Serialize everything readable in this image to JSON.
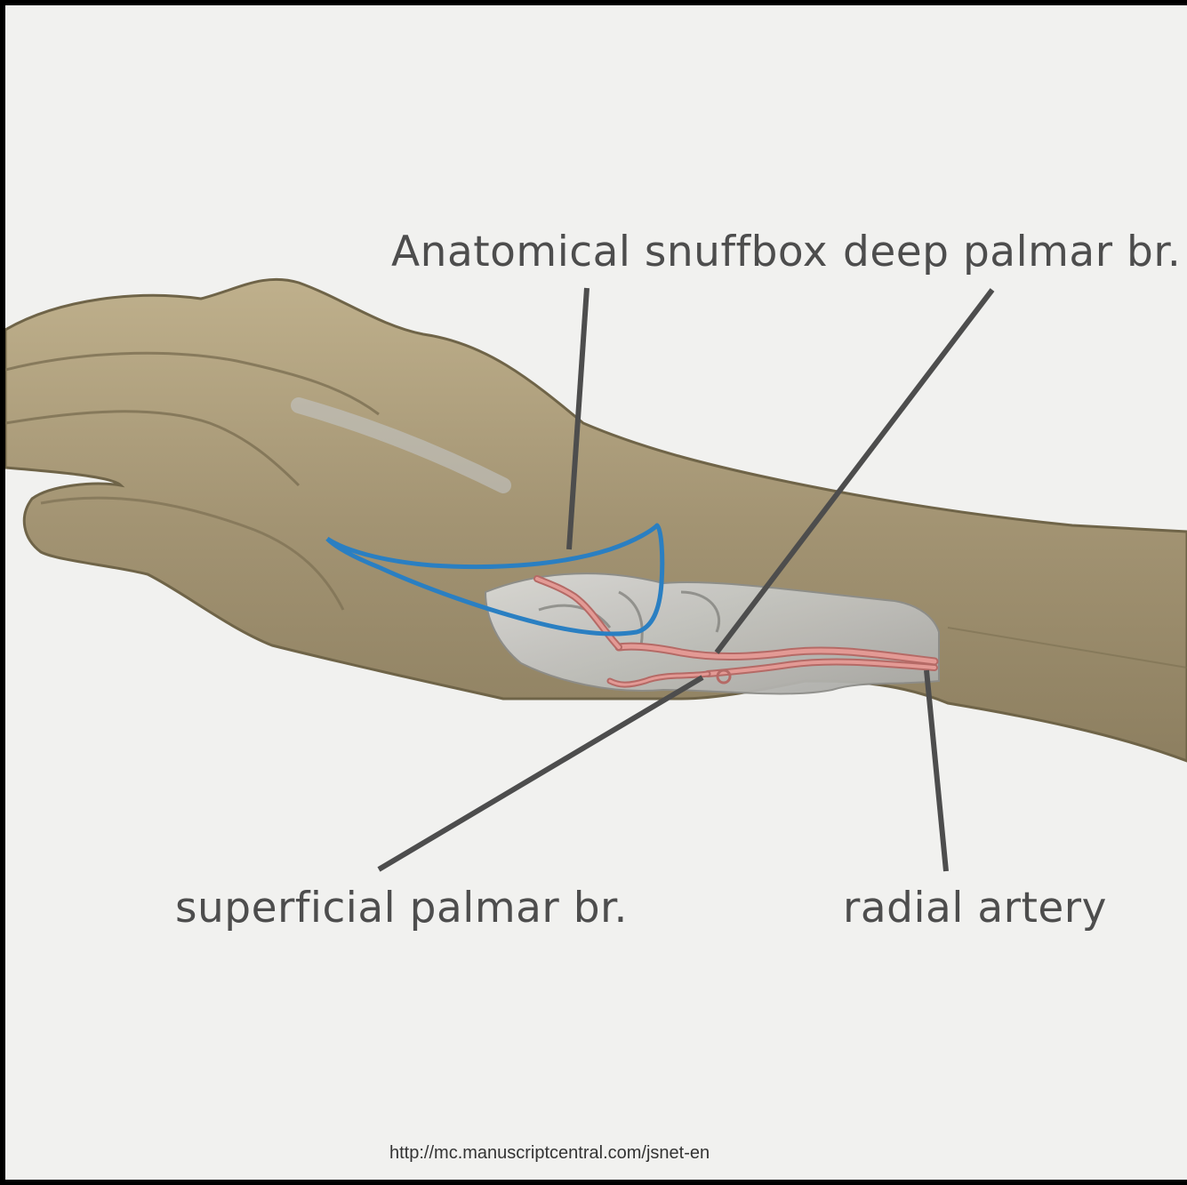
{
  "labels": {
    "snuffbox": "Anatomical snuffbox",
    "deep_palmar": "deep palmar br.",
    "superficial_palmar": "superficial palmar br.",
    "radial_artery": "radial artery"
  },
  "source_url": "http://mc.manuscriptcentral.com/jsnet-en",
  "colors": {
    "background": "#f1f1ef",
    "skin": "#a89a78",
    "bone": "#c9c9c6",
    "artery": "#d98a86",
    "snuffbox_outline": "#2a7fc2",
    "leader_line": "#4d4d4d"
  }
}
